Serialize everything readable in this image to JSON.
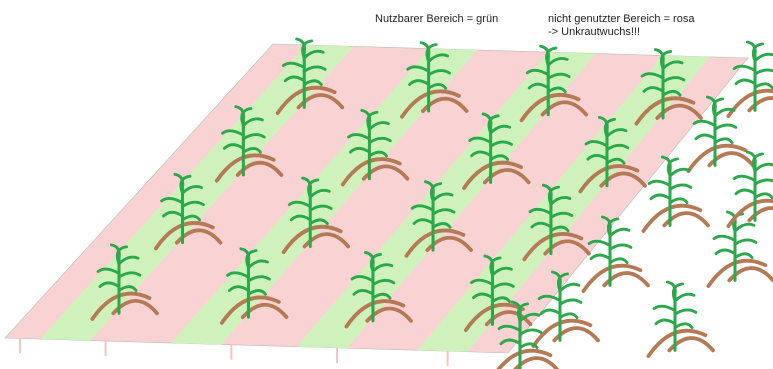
{
  "legend": {
    "green_label": "Nutzbarer Bereich = grün",
    "pink_label_line1": "nicht genutzter Bereich = rosa",
    "pink_label_line2": "-> Unkrautwuchs!!!"
  },
  "colors": {
    "background": "#ffffff",
    "unused_area": "#f9d3d3",
    "used_area": "#cff2bd",
    "plant": "#2aa84a",
    "soil_arc": "#b47a55",
    "field_outline": "#b9b9b9"
  },
  "field": {
    "rows": 4,
    "plants_per_row": 4
  }
}
